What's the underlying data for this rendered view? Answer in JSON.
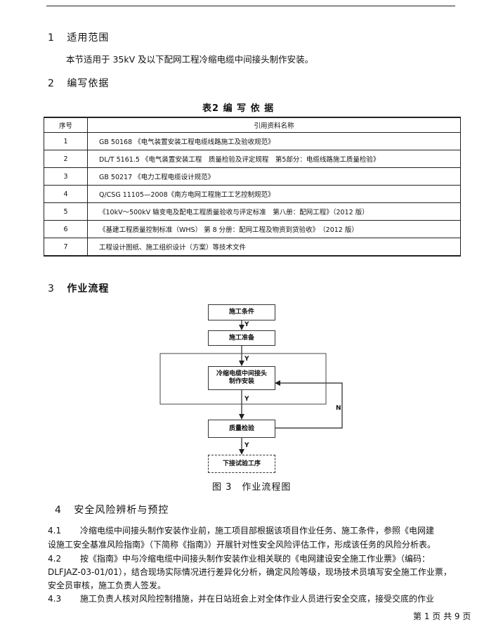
{
  "sections": {
    "s1": {
      "num": "1",
      "title": "适用范围",
      "body": "本节适用于 35kV 及以下配网工程冷缩电缆中间接头制作安装。"
    },
    "s2": {
      "num": "2",
      "title": "编写依据"
    },
    "s3": {
      "num": "3",
      "title": "作业流程"
    },
    "s4": {
      "num": "4",
      "title": "安全风险辨析与预控"
    }
  },
  "table": {
    "caption": "表2  编  写  依  据",
    "headers": [
      "序号",
      "引用资料名称"
    ],
    "rows": [
      {
        "no": "1",
        "name": "GB 50168 《电气装置安装工程电缆线路施工及验收规范》"
      },
      {
        "no": "2",
        "name": "DL/T 5161.5 《电气装置安装工程　质量检验及评定规程　第5部分：电缆线路施工质量检验》"
      },
      {
        "no": "3",
        "name": "GB 50217 《电力工程电缆设计规范》"
      },
      {
        "no": "4",
        "name": "Q/CSG 11105—2008《南方电网工程施工工艺控制规范》"
      },
      {
        "no": "5",
        "name": "《10kV～500kV 输变电及配电工程质量验收与评定标准　第八册：配网工程》（2012 版）"
      },
      {
        "no": "6",
        "name": "《基建工程质量控制标准（WHS） 第 8 分册：配网工程及物资到货验收》　（2012 版）"
      },
      {
        "no": "7",
        "name": "工程设计图纸、施工组织设计（方案）等技术文件"
      }
    ]
  },
  "flowchart": {
    "nodes": {
      "n1": "施工条件",
      "n2": "施工准备",
      "n3a": "冷缩电缆中间接头",
      "n3b": "制作安装",
      "n4": "质量检验",
      "n5": "下接试验工序"
    },
    "labels": {
      "y1": "Y",
      "y2": "Y",
      "y3": "Y",
      "y4": "Y",
      "n": "N"
    },
    "caption": "图 3　作业流程图"
  },
  "paragraphs": {
    "p41_num": "4.1",
    "p41_l1": "冷缩电缆中间接头制作安装作业前，施工项目部根据该项目作业任务、施工条件，参照《电网建",
    "p41_l2": "设施工安全基准风险指南》（下简称《指南》）开展针对性安全风险评估工作，形成该任务的风险分析表。",
    "p42_num": "4.2",
    "p42_l1": "按《指南》中与冷缩电缆中间接头制作安装作业相关联的《电网建设安全施工作业票》（编码：",
    "p42_l2": "DLFJAZ-03-01/01），结合现场实际情况进行差异化分析，确定风险等级，现场技术员填写安全施工作业票，",
    "p42_l3": "安全员审核，施工负责人签发。",
    "p43_num": "4.3",
    "p43_l1": "施工负责人核对风险控制措施，并在日站班会上对全体作业人员进行安全交底，接受交底的作业"
  },
  "page_number": "第 1 页 共 9 页"
}
